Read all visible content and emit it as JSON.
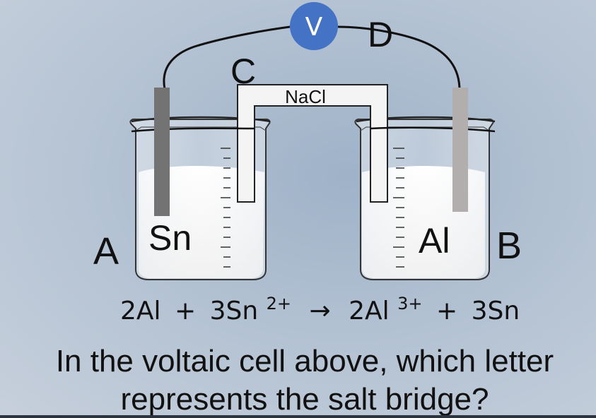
{
  "labels": {
    "voltmeter": "V",
    "point_a": "A",
    "point_b": "B",
    "point_c": "C",
    "point_d": "D",
    "salt_bridge": "NaCl",
    "left_metal": "Sn",
    "right_metal": "Al"
  },
  "equation": {
    "reactant1": "2Al",
    "plus1": "+",
    "reactant2_base": "3Sn",
    "reactant2_charge": "2+",
    "arrow": "→",
    "product1_base": "2Al",
    "product1_charge": "3+",
    "plus2": "+",
    "product2": "3Sn"
  },
  "question": {
    "line1": "In the voltaic cell above, which letter",
    "line2": "represents the salt bridge?"
  },
  "colors": {
    "voltmeter_fill": "#4472c4",
    "sn_electrode": "#737373",
    "al_electrode": "#b3aeae",
    "solution": "#f7f7f7"
  }
}
